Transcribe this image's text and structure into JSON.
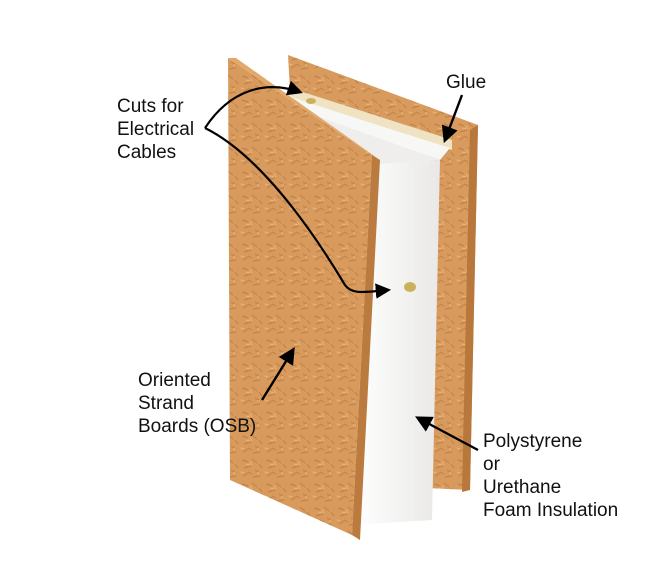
{
  "labels": {
    "cuts": [
      "Cuts for",
      "Electrical",
      "Cables"
    ],
    "glue": "Glue",
    "osb": [
      "Oriented",
      "Strand",
      "Boards (OSB)"
    ],
    "foam": [
      "Polystyrene",
      "or",
      "Urethane",
      "Foam Insulation"
    ]
  },
  "colors": {
    "osb": "#d79a5c",
    "osb_edge": "#c07f3f",
    "foam": "#f3f2f0",
    "glue": "#f6eedc",
    "arrow": "#000000",
    "text": "#111111"
  }
}
